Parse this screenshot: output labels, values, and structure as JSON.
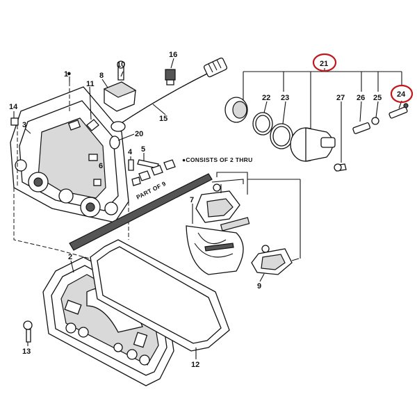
{
  "note": {
    "consists": "●CONSISTS OF 2 THRU",
    "part_of": "PART OF 9"
  },
  "callouts": {
    "c1": "1",
    "c1_mark": "●",
    "c2": "2",
    "c3": "3",
    "c4": "4",
    "c5": "5",
    "c6": "6",
    "c7": "7",
    "c8": "8",
    "c9": "9",
    "c10": "10",
    "c11": "11",
    "c12": "12",
    "c13": "13",
    "c14": "14",
    "c15": "15",
    "c16": "16",
    "c20": "20",
    "c21": "21",
    "c22": "22",
    "c23": "23",
    "c24": "24",
    "c25": "25",
    "c26": "26",
    "c27": "27"
  },
  "highlights": {
    "color": "#c0161c",
    "circled": [
      "21",
      "24"
    ]
  }
}
